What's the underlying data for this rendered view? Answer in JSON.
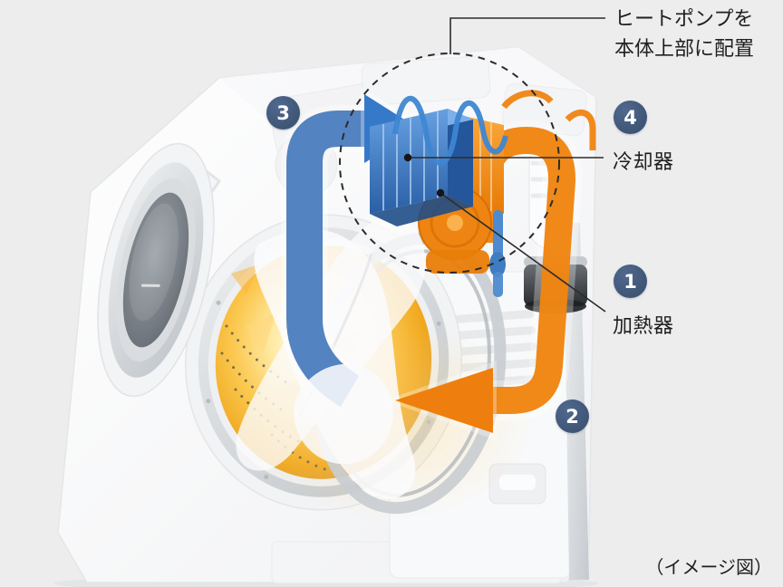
{
  "diagram": {
    "note": {
      "line1": "ヒートポンプを",
      "line2": "本体上部に配置"
    },
    "labels": {
      "cooler": "冷却器",
      "heater": "加熱器"
    },
    "badges": {
      "step1": "1",
      "step2": "2",
      "step3": "3",
      "step4": "4"
    },
    "caption": "（イメージ図）",
    "colors": {
      "background": "#ededee",
      "cool_air_duct": "#4a7cbe",
      "cool_arrow": "#3579c8",
      "warm_air_duct": "#ef8511",
      "warm_arrow": "#ee7f0e",
      "badge": "#415879",
      "drum_glow": "#f7b41e",
      "text": "#1f1f1f",
      "dashed_outline": "#2c2c2c"
    }
  }
}
